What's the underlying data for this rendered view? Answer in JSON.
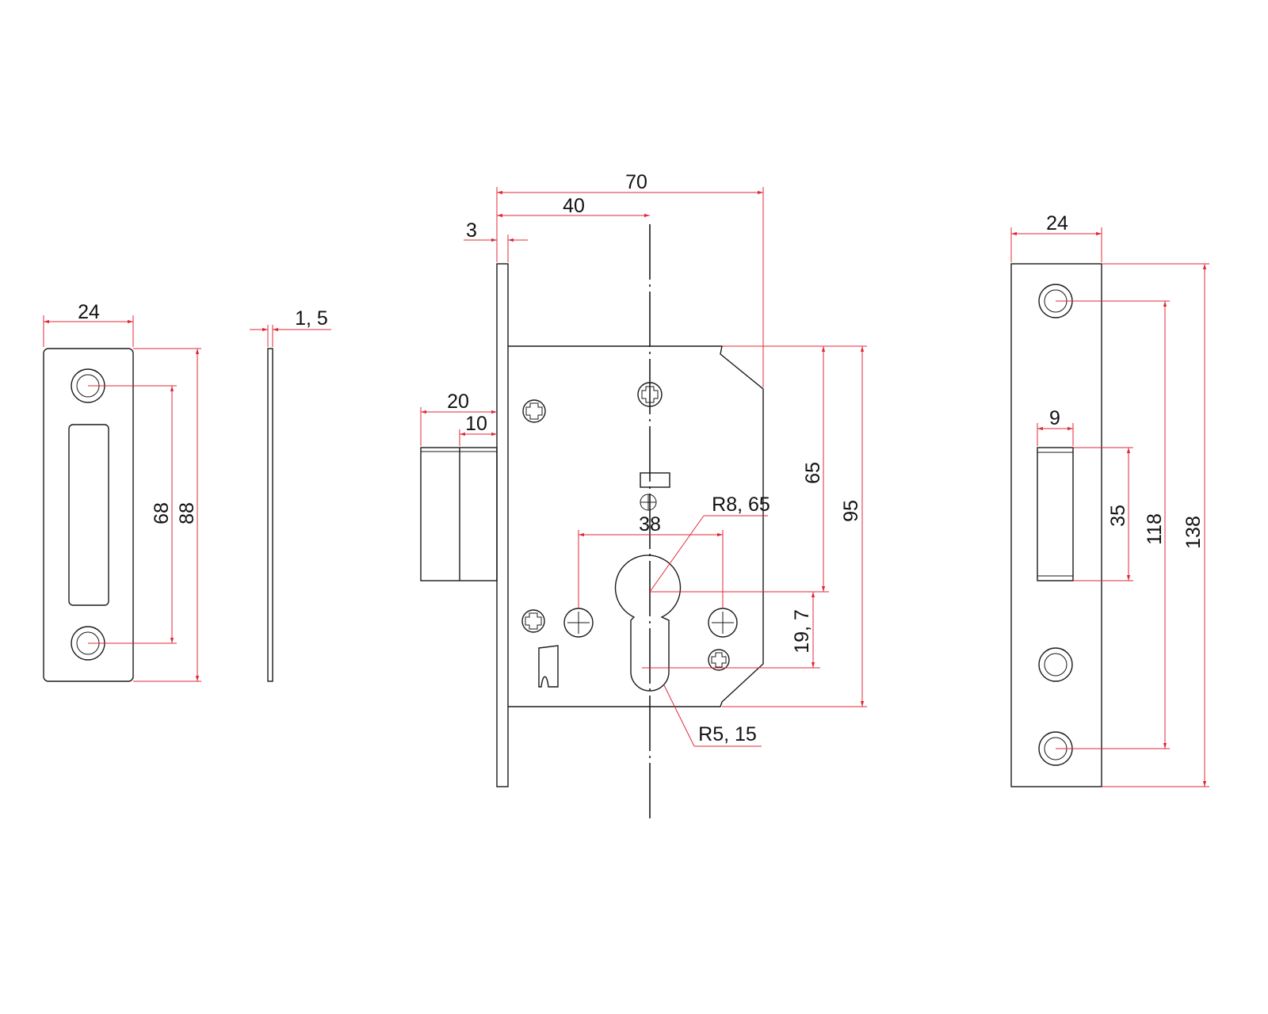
{
  "colors": {
    "outline": "#1a1a1a",
    "dimension": "#e0283a",
    "background": "#ffffff"
  },
  "dimensions": {
    "left_strike": {
      "width": "24",
      "hole_spacing": "68",
      "height": "88"
    },
    "side_plate": {
      "thickness": "1, 5"
    },
    "lock_body": {
      "backset_total": "70",
      "backset": "40",
      "faceplate": "3",
      "bolt_throw": "20",
      "bolt_inner": "10",
      "handle_to_cylinder": "65",
      "case_height": "95",
      "screw_spacing": "38",
      "radius_top": "R8, 65",
      "cylinder_offset": "19, 7",
      "radius_bottom": "R5, 15"
    },
    "right_faceplate": {
      "width": "24",
      "bolt_width": "9",
      "bolt_height": "35",
      "screw_spacing": "118",
      "height": "138"
    }
  }
}
